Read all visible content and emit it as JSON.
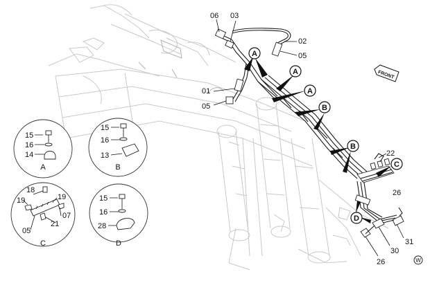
{
  "diagram": {
    "front_label": "FRONT",
    "corner_mark": "W",
    "part_labels": {
      "p06": "06",
      "p03": "03",
      "p02": "02",
      "p05_top": "05",
      "p01": "01",
      "p05_mid": "05",
      "p22": "22",
      "p26_right": "26",
      "p31": "31",
      "p30": "30",
      "p26_bottom": "26"
    },
    "callouts": {
      "a1": "A",
      "a2": "A",
      "a3": "A",
      "b1": "B",
      "b2": "B",
      "c1": "C",
      "d1": "D"
    },
    "details": {
      "A": {
        "caption": "A",
        "labels": [
          "15",
          "16",
          "14"
        ]
      },
      "B": {
        "caption": "B",
        "labels": [
          "15",
          "16",
          "13"
        ]
      },
      "C": {
        "caption": "C",
        "labels": [
          "18",
          "19",
          "19",
          "05",
          "21",
          "07"
        ]
      },
      "D": {
        "caption": "D",
        "labels": [
          "15",
          "16",
          "28"
        ]
      }
    }
  }
}
